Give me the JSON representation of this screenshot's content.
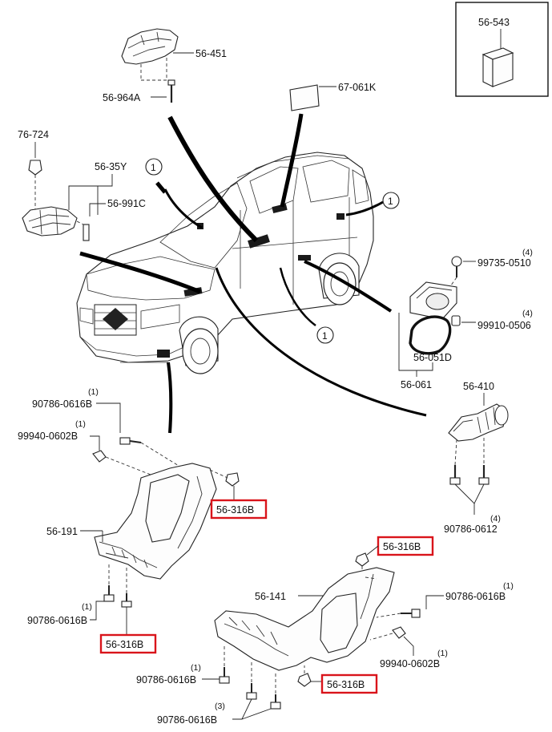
{
  "inset": {
    "label": "56-543"
  },
  "labels": {
    "p56_451": "56-451",
    "p56_964a": "56-964A",
    "p67_061k": "67-061K",
    "p76_724": "76-724",
    "p56_35y": "56-35Y",
    "p56_991c": "56-991C",
    "p99735": "99735-0510",
    "p99735_qty": "(4)",
    "p99910": "99910-0506",
    "p99910_qty": "(4)",
    "p56_051d": "56-051D",
    "p56_061": "56-061",
    "p56_410": "56-410",
    "p90786_0612": "90786-0612",
    "p90786_0612_qty": "(4)",
    "p90786_616b_a": "90786-0616B",
    "p90786_616b_a_qty": "(1)",
    "p99940_602b_a": "99940-0602B",
    "p99940_602b_a_qty": "(1)",
    "p56_191": "56-191",
    "p90786_616b_b": "90786-0616B",
    "p90786_616b_b_qty": "(1)",
    "p56_141": "56-141",
    "p90786_616b_c": "90786-0616B",
    "p90786_616b_c_qty": "(1)",
    "p99940_602b_b": "99940-0602B",
    "p99940_602b_b_qty": "(1)",
    "p90786_616b_d": "90786-0616B",
    "p90786_616b_d_qty": "(1)",
    "p90786_616b_e": "90786-0616B",
    "p90786_616b_e_qty": "(3)"
  },
  "highlighted": {
    "h1": "56-316B",
    "h2": "56-316B",
    "h3": "56-316B",
    "h4": "56-316B"
  },
  "callouts": {
    "c1": "1",
    "c2": "1",
    "c3": "1"
  },
  "colors": {
    "highlight_border": "#d9141b",
    "line": "#000000"
  }
}
